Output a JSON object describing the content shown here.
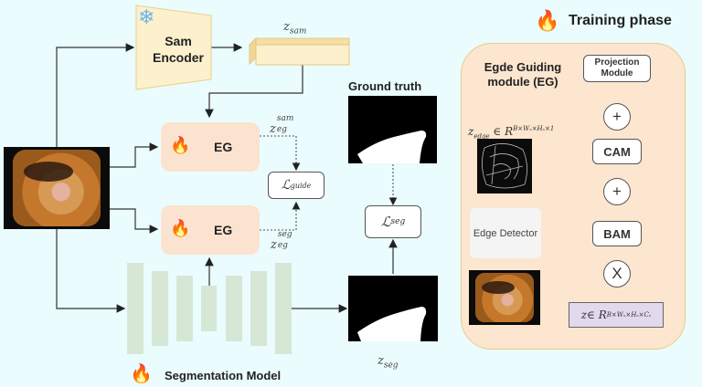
{
  "title": "Training phase",
  "sam_encoder": {
    "label_line1": "Sam",
    "label_line2": "Encoder",
    "frozen_icon": "snowflake-icon"
  },
  "z_sam_label": "z",
  "z_sam_sub": "sam",
  "eg_top": {
    "label": "EG",
    "icon": "flame-icon"
  },
  "eg_bottom": {
    "label": "EG",
    "icon": "flame-icon"
  },
  "z_eg_sam": {
    "base": "z",
    "sub": "eg",
    "sup": "sam"
  },
  "z_eg_seg": {
    "base": "z",
    "sub": "eg",
    "sup": "seg"
  },
  "loss_guide": {
    "base": "ℒ",
    "sub": "guide"
  },
  "ground_truth_label": "Ground truth",
  "loss_seg": {
    "base": "ℒ",
    "sub": "seg"
  },
  "z_seg": {
    "base": "z",
    "sub": "seg"
  },
  "segmentation_model_label": "Segmentation Model",
  "eg_module": {
    "title_line1": "Egde Guiding",
    "title_line2": "module (EG)",
    "projection_line1": "Projection",
    "projection_line2": "Module",
    "cam": "CAM",
    "bam": "BAM",
    "plus": "+",
    "times": "X",
    "edge_detector": "Edge Detector",
    "z_edge": {
      "base": "z",
      "sub": "edge",
      "rel": " ∈ R",
      "sup": "B×Wₛ×Hₛ×1"
    },
    "z_feat": {
      "base": "z",
      "rel": " ∈ R",
      "sup": "B×Wₛ×Hₛ×Cₛ"
    }
  },
  "colors": {
    "background": "#eafcfd",
    "encoder": "#fdf0cc",
    "eg_block": "#fbe3cf",
    "eg_panel": "#fde6cf",
    "eg_panel_border": "#e8c98a",
    "unet_bar": "#d6e8d5",
    "z_feature": "#e3d9ec",
    "edge_detector": "#f4f4f4"
  }
}
